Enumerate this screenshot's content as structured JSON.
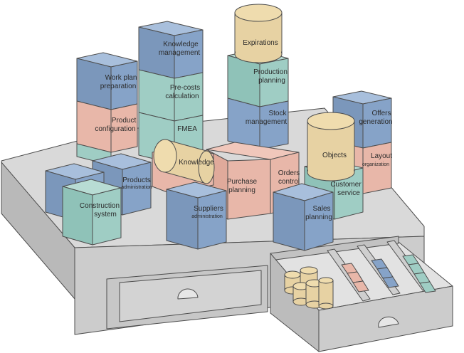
{
  "blocks": {
    "work_plan_preparation": [
      "Work plan",
      "preparation"
    ],
    "product_configuration": [
      "Product",
      "configuration"
    ],
    "knowledge_management": [
      "Knowledge",
      "management"
    ],
    "pre_costs_calculation": [
      "Pre-costs",
      "calculation"
    ],
    "fmea": "FMEA",
    "expirations": "Expirations",
    "production_planning": [
      "Production",
      "planning"
    ],
    "stock_management": [
      "Stock",
      "management"
    ],
    "offers_generation": [
      "Offers",
      "generation"
    ],
    "layout_organization": [
      "Layout",
      "organization"
    ],
    "objects": "Objects",
    "knowledge": "Knowledge",
    "products_administration": [
      "Products",
      "administration"
    ],
    "construction_system": [
      "Construction",
      "system"
    ],
    "purchase_planning": [
      "Purchase",
      "planning"
    ],
    "orders_control": [
      "Orders",
      "control"
    ],
    "customer_service": [
      "Customer",
      "service"
    ],
    "suppliers_administration": [
      "Suppliers",
      "administration"
    ],
    "sales_planning": [
      "Sales",
      "planning"
    ]
  },
  "colors": {
    "blue": "#86a3c8",
    "teal": "#9fcdc4",
    "salmon": "#e8b7a9",
    "tan": "#e7d2a3",
    "drawer": "#d0d0d0"
  }
}
